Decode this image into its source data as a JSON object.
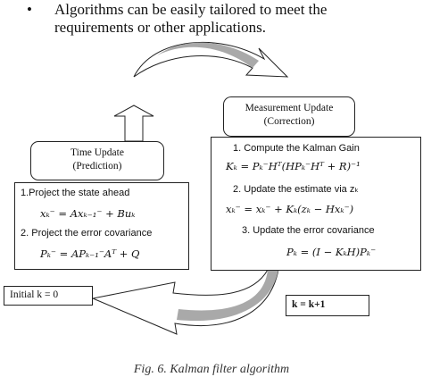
{
  "bullet": {
    "symbol": "•",
    "line1": "Algorithms  can  be  easily  tailored  to  meet  the",
    "line2": "requirements or other applications."
  },
  "measurement_update": {
    "title": "Measurement Update",
    "subtitle": "(Correction)",
    "step1": "1.   Compute the Kalman Gain",
    "eq1": "Kₖ = Pₖ⁻Hᵀ(HPₖ⁻Hᵀ + R)⁻¹",
    "step2": "2.   Update the estimate via zₖ",
    "eq2": "xₖ⁻ = xₖ⁻ + Kₖ(zₖ − Hxₖ⁻)",
    "step3": "3.   Update  the  error  covariance",
    "eq3": "Pₖ = (I − KₖH)Pₖ⁻"
  },
  "time_update": {
    "title": "Time Update",
    "subtitle": "(Prediction)",
    "step1": "1.Project the state ahead",
    "eq1": "xₖ⁻ = Axₖ₋₁⁻ + Buₖ",
    "step2": "2.  Project the error covariance",
    "eq2": "Pₖ⁻ = APₖ₋₁⁻Aᵀ + Q"
  },
  "initial_label": "Initial k = 0",
  "increment_label": "k = k+1",
  "caption": "Fig. 6.  Kalman filter algorithm",
  "colors": {
    "arrow_fill": "#a9a9a9",
    "line": "#222222"
  }
}
